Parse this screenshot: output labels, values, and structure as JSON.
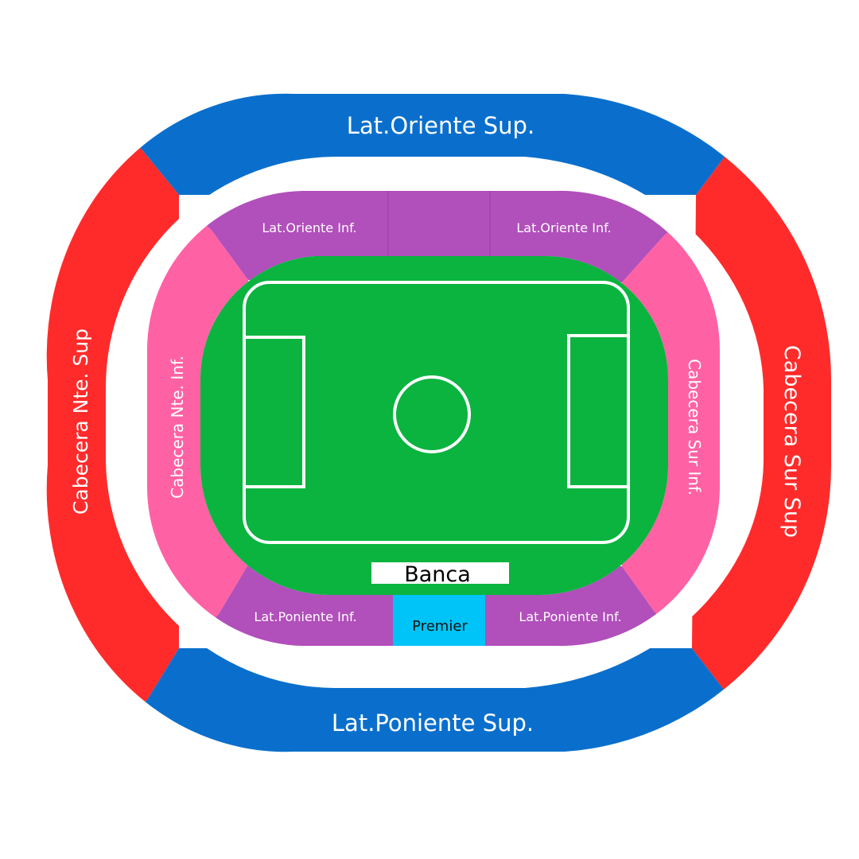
{
  "sections": {
    "upper_east": "Lat.Oriente Sup.",
    "upper_west": "Lat.Poniente Sup.",
    "upper_north": "Cabecera Nte. Sup",
    "upper_south": "Cabecera Sur Sup",
    "lower_east_left": "Lat.Oriente Inf.",
    "lower_east_right": "Lat.Oriente Inf.",
    "lower_west_left": "Lat.Poniente Inf.",
    "lower_west_right": "Lat.Poniente Inf.",
    "lower_north": "Cabecera Nte. Inf.",
    "lower_south": "Cabecera Sur Inf.",
    "premier": "Premier",
    "banca": "Banca"
  },
  "colors": {
    "upper_sideline": "#0A6FCC",
    "upper_endzone": "#FF2B2B",
    "lower_sideline": "#B14FBB",
    "lower_endzone": "#FF62A4",
    "premier": "#00C4F7",
    "pitch": "#0AB43F",
    "lines": "#FFFFFF"
  }
}
